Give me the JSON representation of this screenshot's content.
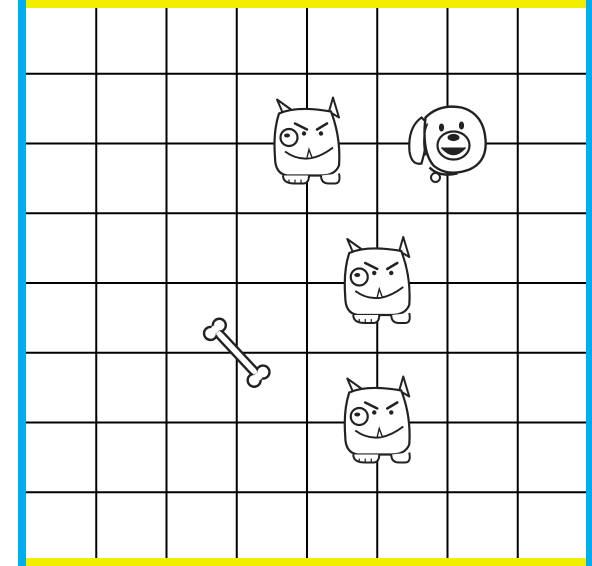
{
  "board": {
    "columns": 8,
    "rows": 8,
    "colors": {
      "grid_line": "#000000",
      "top_bottom_border": "#f2ee00",
      "side_border": "#00aeef",
      "background": "#ffffff"
    }
  },
  "pieces": [
    {
      "kind": "bulldog-icon",
      "col": 4,
      "row": 2
    },
    {
      "kind": "puppy-icon",
      "col": 6,
      "row": 2
    },
    {
      "kind": "bulldog-icon",
      "col": 5,
      "row": 4
    },
    {
      "kind": "bulldog-icon",
      "col": 5,
      "row": 6
    },
    {
      "kind": "bone-icon",
      "col": 3,
      "row": 5
    }
  ]
}
